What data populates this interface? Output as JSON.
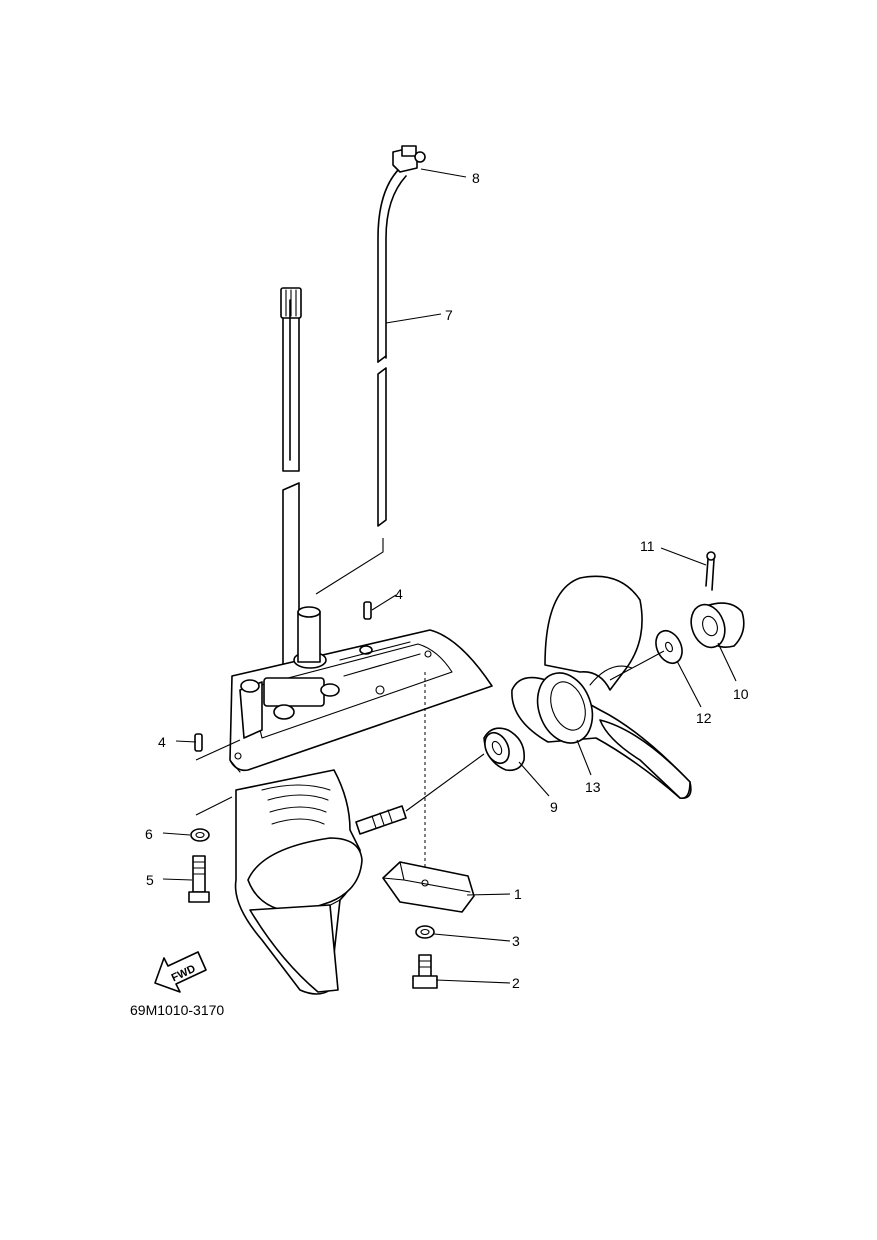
{
  "diagram": {
    "code": "69M1010-3170",
    "fwd_label": "FWD",
    "callouts": [
      "1",
      "2",
      "3",
      "4",
      "4",
      "5",
      "6",
      "7",
      "8",
      "9",
      "10",
      "11",
      "12",
      "13"
    ]
  }
}
